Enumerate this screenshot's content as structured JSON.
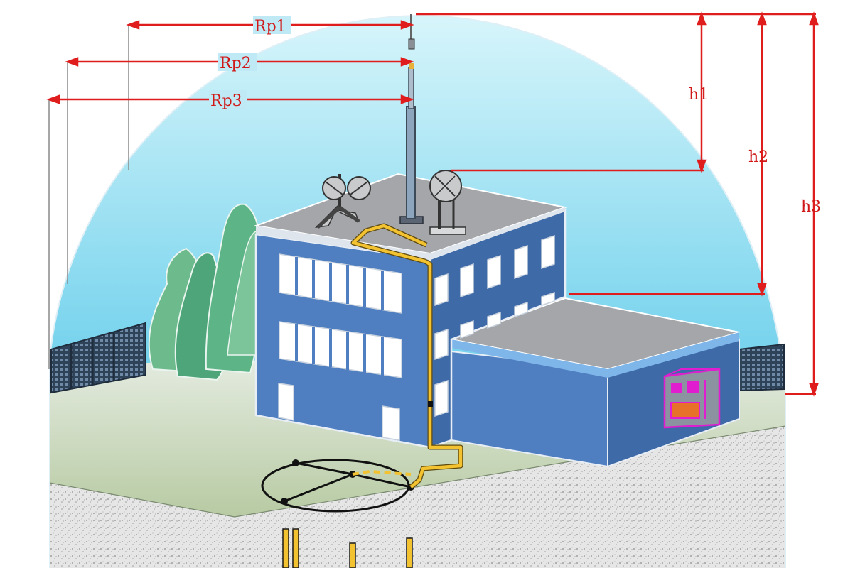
{
  "labels": {
    "rp1": "Rp1",
    "rp2": "Rp2",
    "rp3": "Rp3",
    "h1": "h1",
    "h2": "h2",
    "h3": "h3"
  },
  "colors": {
    "sky_top": "#bfeef8",
    "sky_bottom": "#5ecbe8",
    "building_front": "#4f7fc0",
    "building_side": "#3f6aa8",
    "roof": "#9fa2a6",
    "window": "#ffffff",
    "tree": "#5fb081",
    "ground": "#c9d6c2",
    "soil": "#d9d9d9",
    "dimension_line": "#e01d1d",
    "down_conductor": "#f2c230",
    "earth_ring": "#111111",
    "cabinet": "#e01dcf"
  }
}
